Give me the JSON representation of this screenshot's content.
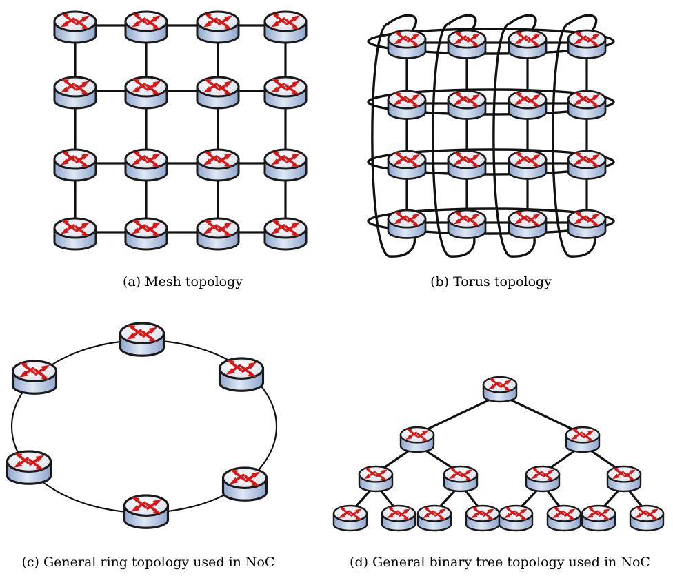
{
  "captions": {
    "a": "(a) Mesh topology",
    "b": "(b) Torus topology",
    "c": "(c) General ring topology used in NoC",
    "d": "(d) General binary tree topology used in NoC"
  },
  "icons": {
    "node": "router-icon"
  },
  "colors": {
    "router_top": "#eef2f8",
    "router_side": "#b9c9e2",
    "router_outline": "#1a1a1a",
    "arrow": "#d81818",
    "link": "#111111"
  }
}
